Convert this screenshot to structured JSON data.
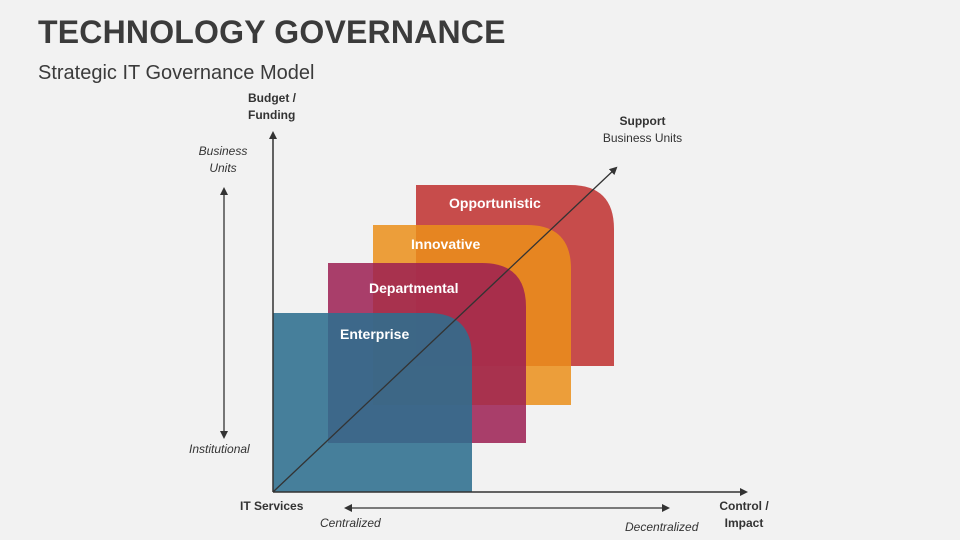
{
  "title": "TECHNOLOGY GOVERNANCE",
  "subtitle": "Strategic IT Governance Model",
  "axes": {
    "y_label": "Budget / Funding",
    "y_label_line1": "Budget /",
    "y_label_line2": "Funding",
    "x_label_line1": "Control /",
    "x_label_line2": "Impact",
    "origin_label": "IT Services",
    "diag_label_line1": "Support",
    "diag_label_line2": "Business Units"
  },
  "scales": {
    "vertical_top_line1": "Business",
    "vertical_top_line2": "Units",
    "vertical_bottom": "Institutional",
    "horizontal_left": "Centralized",
    "horizontal_right": "Decentralized"
  },
  "panels": [
    {
      "label": "Enterprise",
      "color": "#2e6e8e"
    },
    {
      "label": "Departmental",
      "color": "#9c1e52"
    },
    {
      "label": "Innovative",
      "color": "#e8901e"
    },
    {
      "label": "Opportunistic",
      "color": "#c23a38"
    }
  ]
}
